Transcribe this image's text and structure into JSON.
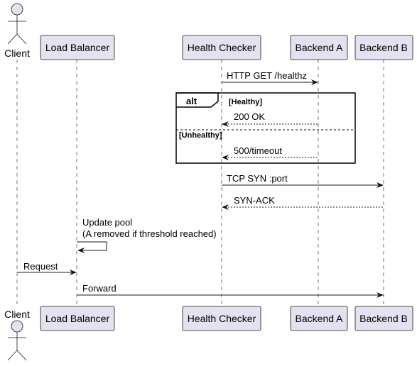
{
  "participants": {
    "client": "Client",
    "load_balancer": "Load Balancer",
    "health_checker": "Health Checker",
    "backend_a": "Backend A",
    "backend_b": "Backend B"
  },
  "messages": {
    "http_get": "HTTP GET /healthz",
    "ok_200": "200 OK",
    "timeout_500": "500/timeout",
    "tcp_syn": "TCP SYN :port",
    "syn_ack": "SYN-ACK",
    "update_pool_line1": "Update pool",
    "update_pool_line2": "(A removed if threshold reached)",
    "request": "Request",
    "forward": "Forward"
  },
  "alt_fragment": {
    "tag": "alt",
    "guard_1": "[Healthy]",
    "guard_2": "[Unhealthy]"
  },
  "colors": {
    "participant_fill": "#e2e2f0",
    "line": "#181818"
  }
}
